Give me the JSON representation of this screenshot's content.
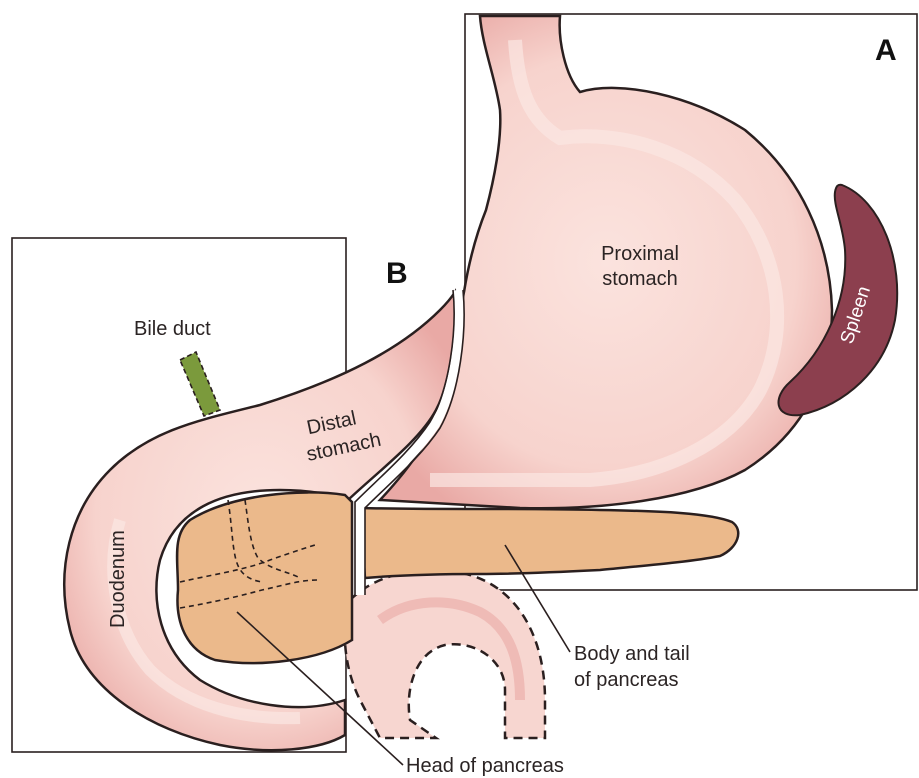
{
  "panels": {
    "a": "A",
    "b": "B"
  },
  "labels": {
    "proximal_stomach_line1": "Proximal",
    "proximal_stomach_line2": "stomach",
    "distal_stomach_line1": "Distal",
    "distal_stomach_line2": "stomach",
    "spleen": "Spleen",
    "bile_duct": "Bile duct",
    "duodenum": "Duodenum",
    "body_tail_line1": "Body and tail",
    "body_tail_line2": "of pancreas",
    "head_of_pancreas": "Head of pancreas"
  },
  "colors": {
    "stomach_fill": "#f9dcd6",
    "stomach_rim": "#e9a9a5",
    "pancreas": "#ebb98b",
    "spleen": "#8c3f4e",
    "bile_duct": "#7b9a3c",
    "outline": "#2a1f1f"
  }
}
